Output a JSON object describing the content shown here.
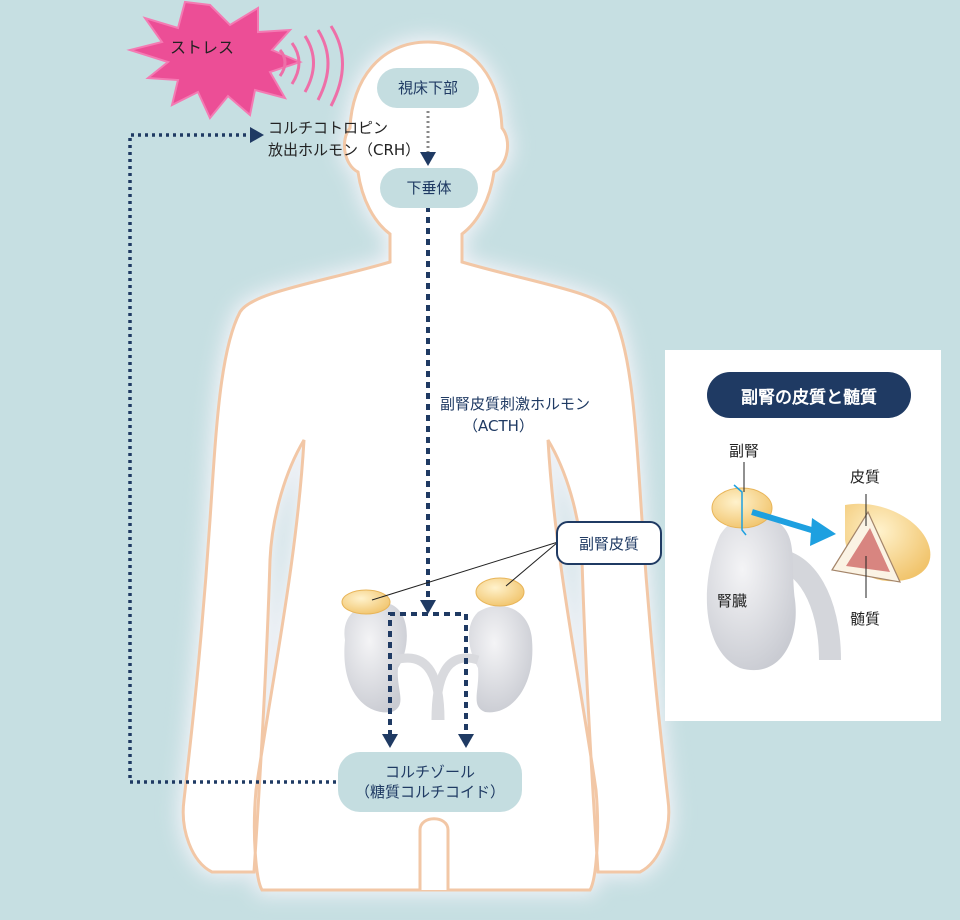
{
  "stress": "ストレス",
  "hypothalamus": "視床下部",
  "crh_line1": "コルチコトロピン",
  "crh_line2": "放出ホルモン（CRH）",
  "pituitary": "下垂体",
  "acth_line1": "副腎皮質刺激ホルモン",
  "acth_line2": "（ACTH）",
  "adrenal_cortex_tag": "副腎皮質",
  "cortisol_line1": "コルチゾール",
  "cortisol_line2": "（糖質コルチコイド）",
  "inset": {
    "title": "副腎の皮質と髄質",
    "adrenal": "副腎",
    "kidney": "腎臓",
    "cortex": "皮質",
    "medulla": "髄質"
  },
  "colors": {
    "background": "#c6dfe2",
    "body_fill": "#ffffff",
    "body_outline": "#f2c7a6",
    "navy": "#1f3a63",
    "stress_pink": "#ec4e96",
    "adrenal_yellow": "#f7d08b",
    "arrow_blue": "#1ea0e0"
  }
}
